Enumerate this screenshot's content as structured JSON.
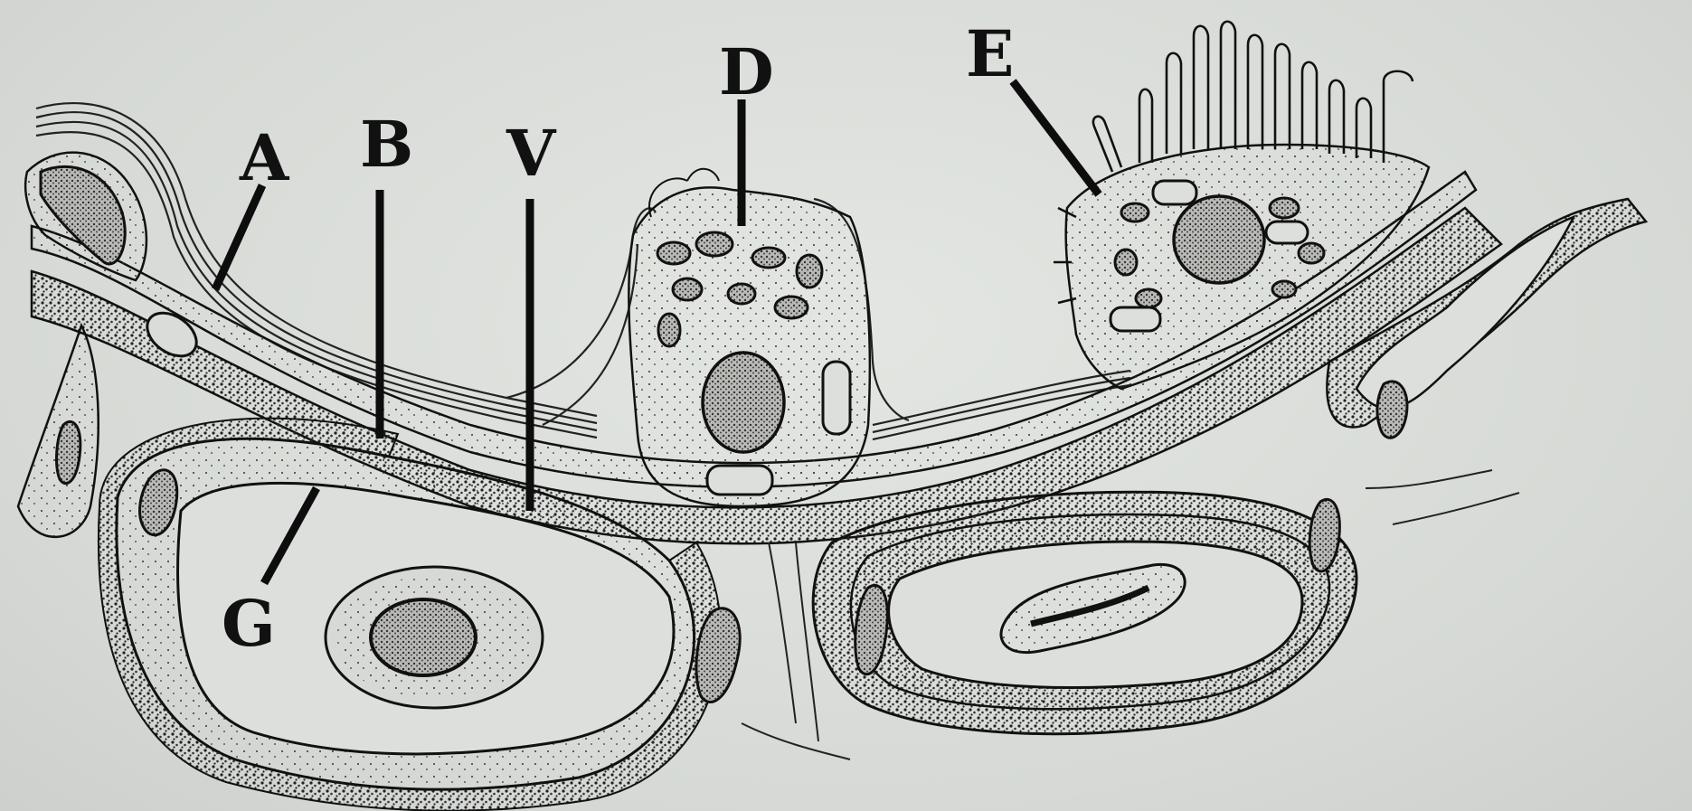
{
  "labels": {
    "a": "A",
    "b": "B",
    "v": "V",
    "d": "D",
    "e": "E",
    "g": "G"
  },
  "colors": {
    "ink": "#1a1a1a",
    "paper": "#d9dcd8",
    "stipple": "#2b2b2b"
  }
}
